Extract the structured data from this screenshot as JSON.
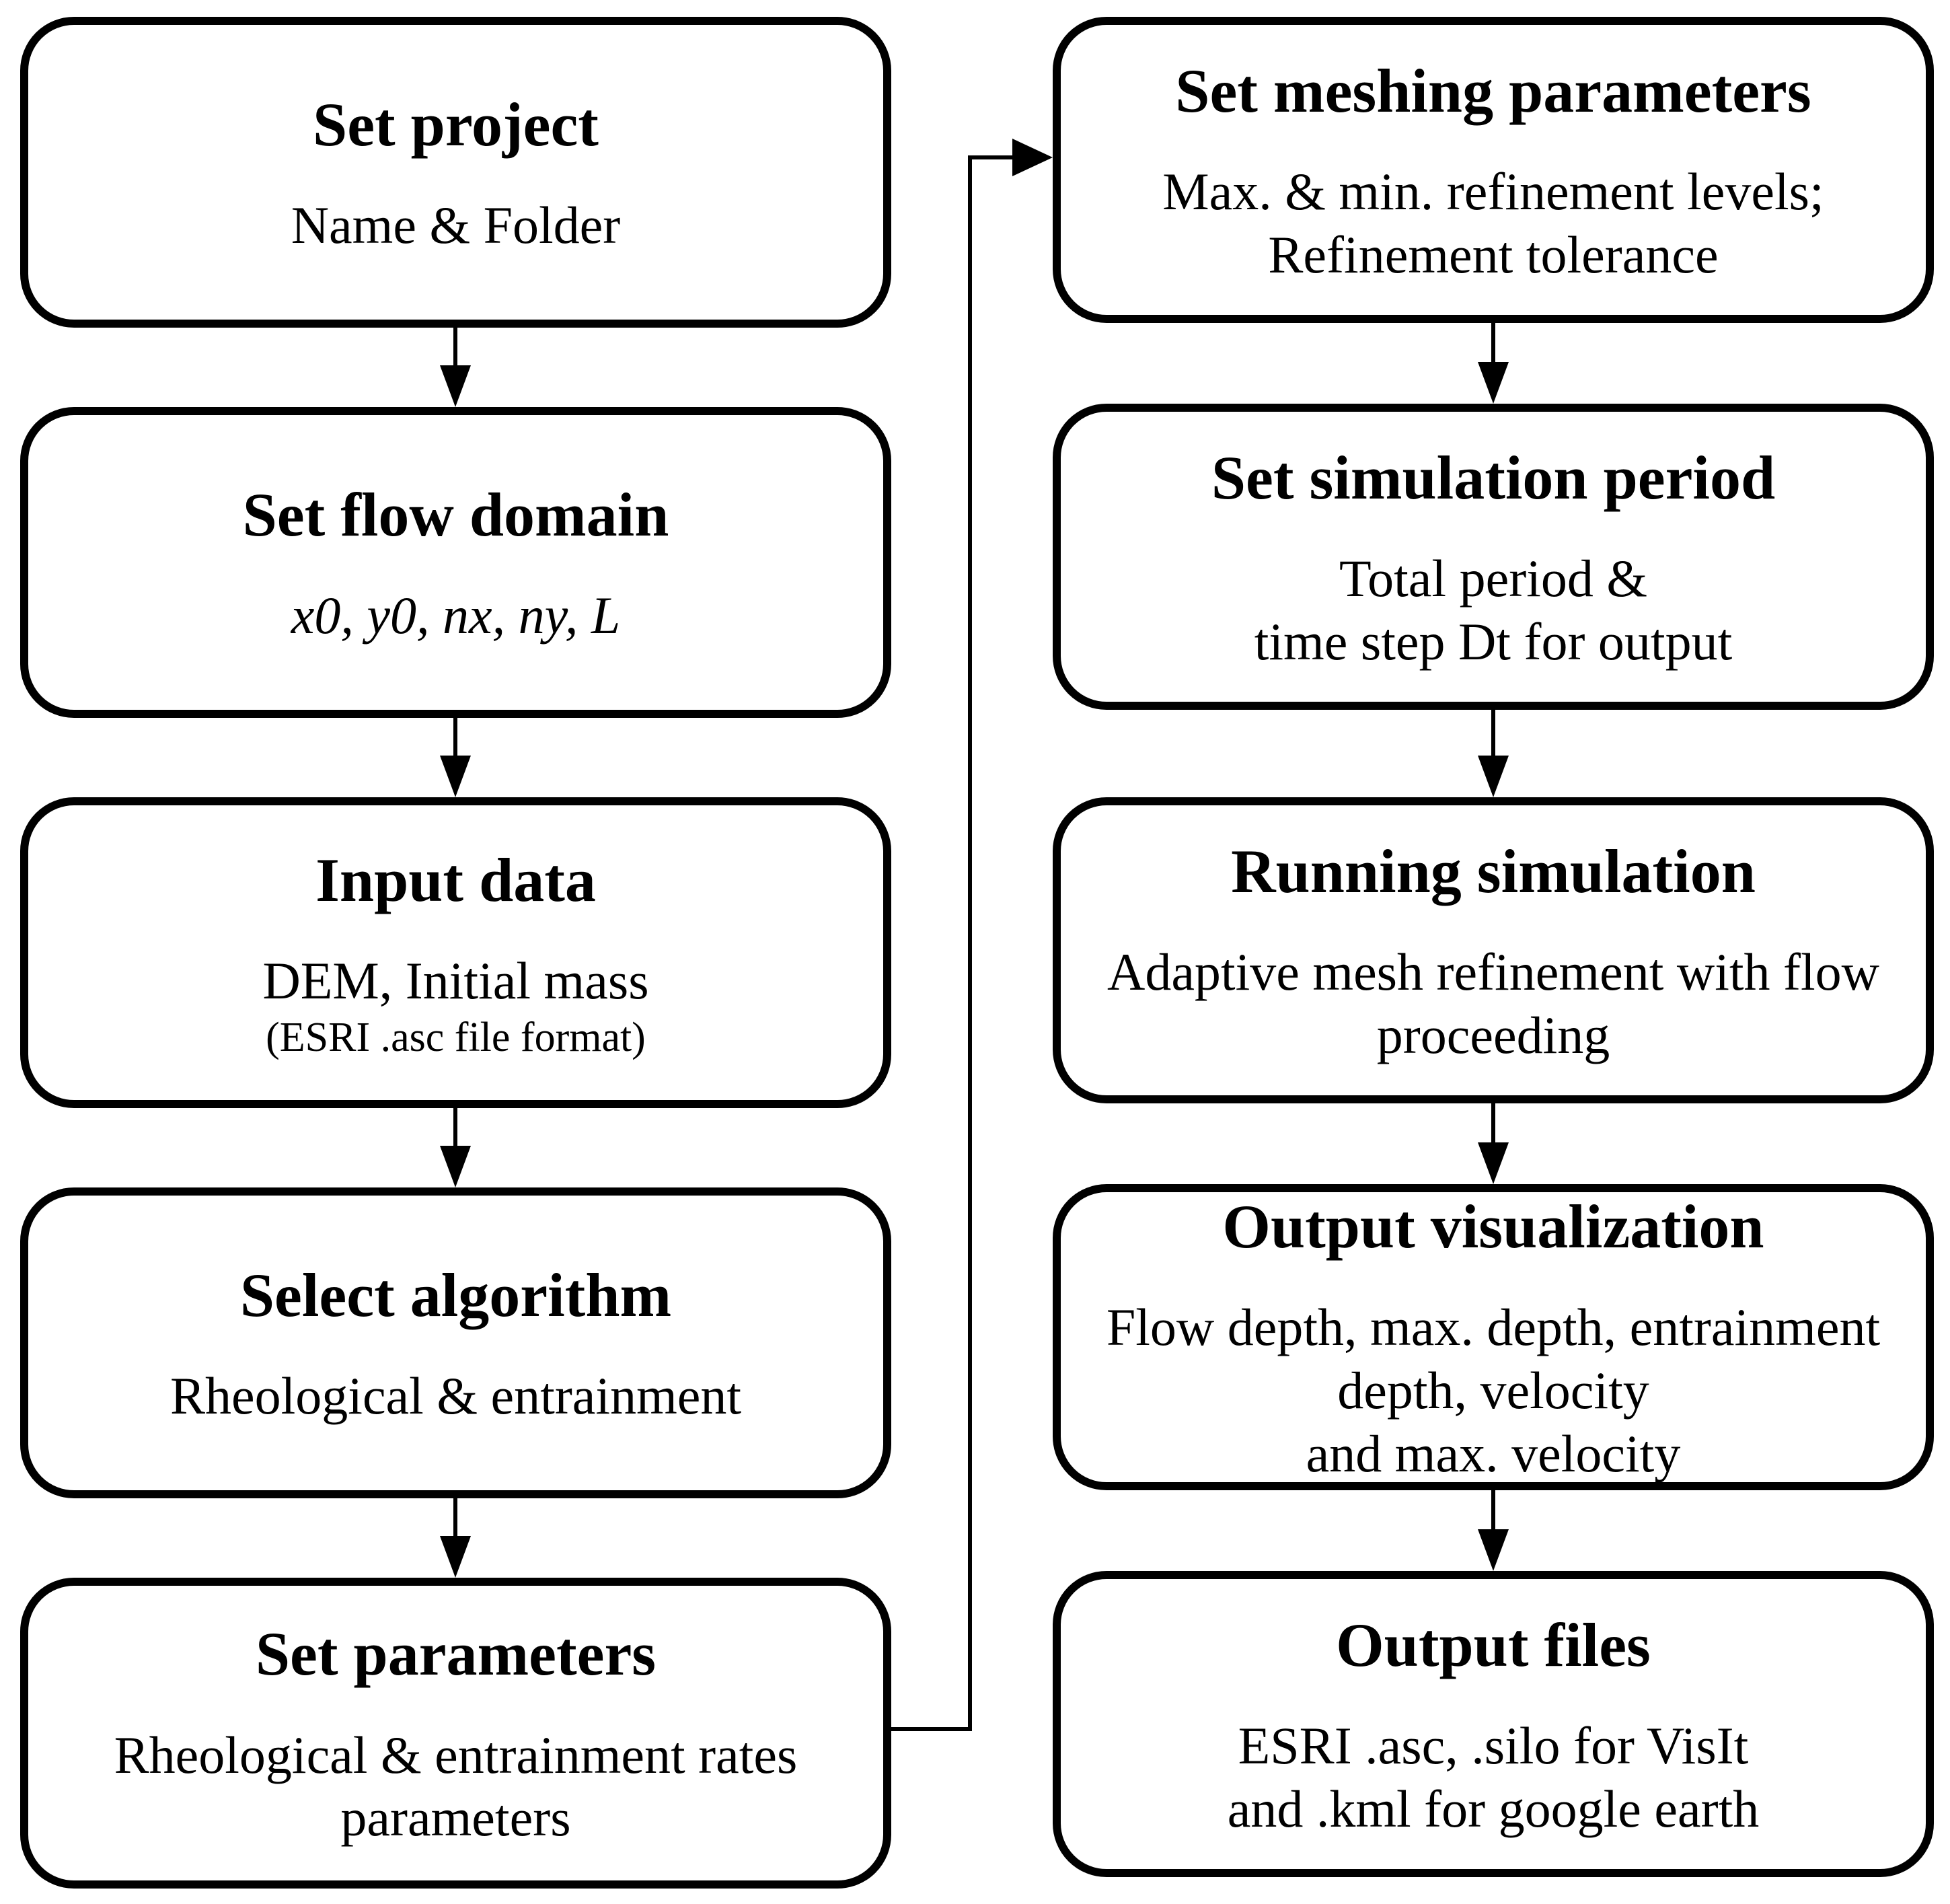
{
  "figure": {
    "type": "flowchart",
    "background_color": "#ffffff",
    "line_color": "#000000"
  },
  "columns": {
    "left": {
      "boxes": [
        {
          "title": "Set project",
          "body": [
            "Name & Folder"
          ]
        },
        {
          "title": "Set flow domain",
          "body": [
            "x0, y0, nx, ny, L"
          ]
        },
        {
          "title": "Input data",
          "body": [
            "DEM, Initial mass",
            "(ESRI .asc file format)"
          ]
        },
        {
          "title": "Select algorithm",
          "body": [
            "Rheological & entrainment"
          ]
        },
        {
          "title": "Set parameters",
          "body": [
            "Rheological & entrainment rates",
            "parameters"
          ]
        }
      ]
    },
    "right": {
      "boxes": [
        {
          "title": "Set meshing parameters",
          "body": [
            "Max. & min. refinement levels;",
            "Refinement tolerance"
          ]
        },
        {
          "title": "Set simulation period",
          "body": [
            "Total period &",
            "time step Dt for output"
          ]
        },
        {
          "title": "Running simulation",
          "body": [
            "Adaptive mesh refinement with flow",
            "proceeding"
          ]
        },
        {
          "title": "Output visualization",
          "body": [
            "Flow depth, max. depth, entrainment",
            "depth, velocity",
            "and max. velocity"
          ]
        },
        {
          "title": "Output files",
          "body": [
            "ESRI .asc, .silo for VisIt",
            "and .kml for google earth"
          ]
        }
      ]
    }
  }
}
